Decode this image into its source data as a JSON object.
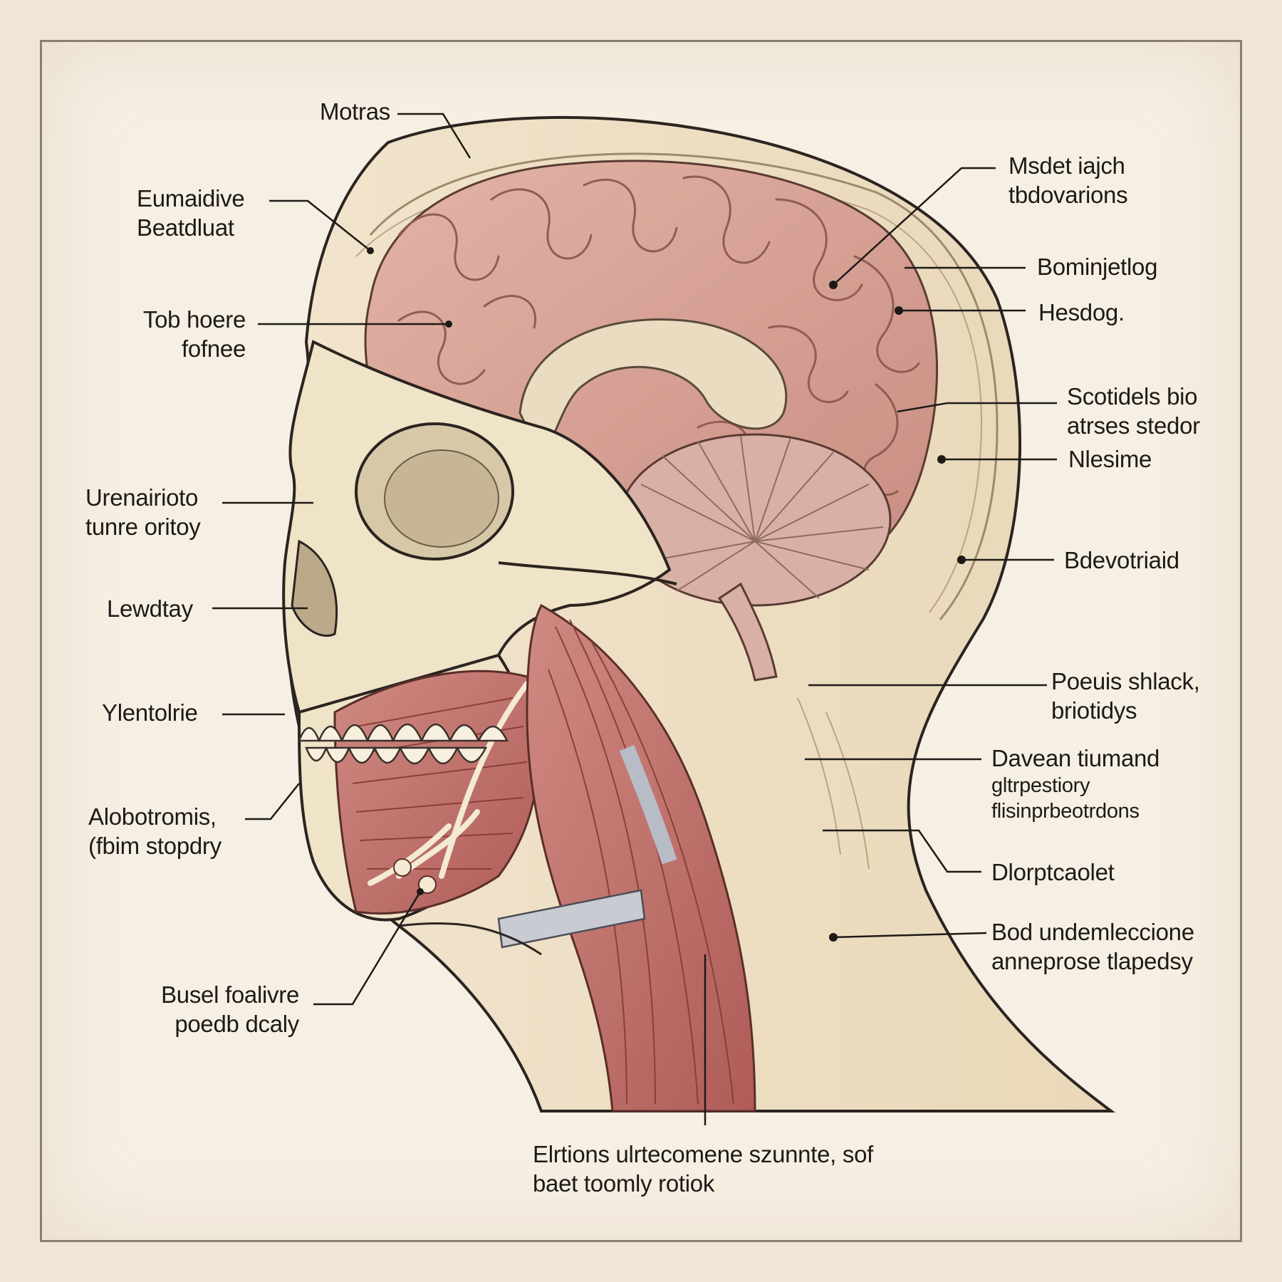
{
  "labels": {
    "top_scalp": [
      "Motras"
    ],
    "left_1": [
      "Eumaidive",
      "Beatdluat"
    ],
    "left_2": [
      "Tob hoere",
      "fofnee"
    ],
    "left_3": [
      "Urenairioto",
      "tunre oritoy"
    ],
    "left_4": [
      "Lewdtay"
    ],
    "left_5": [
      "Ylentolrie"
    ],
    "left_6": [
      "Alobotromis,",
      "(fbim stopdry"
    ],
    "left_7": [
      "Busel foalivre",
      "poedb dcaly"
    ],
    "right_1": [
      "Msdet iajch",
      "tbdovarions"
    ],
    "right_2": [
      "Bominjetlog"
    ],
    "right_3": [
      "Hesdog."
    ],
    "right_4": [
      "Scotidels bio",
      "atrses stedor"
    ],
    "right_5": [
      "Nlesime"
    ],
    "right_6": [
      "Bdevotriaid"
    ],
    "right_7": [
      "Poeuis shlack,",
      "briotidys"
    ],
    "right_8": [
      "Davean tiumand",
      "gltrpestiory",
      "flisinprbeotrdons"
    ],
    "right_9": [
      "Dlorptcaolet"
    ],
    "right_10": [
      "Bod undemleccione",
      "anneprose tlapedsy"
    ],
    "bottom": [
      "Elrtions ulrtecomene szunnte, sof",
      "baet toomly rotiok"
    ]
  },
  "colors": {
    "paper": "#f6efe3",
    "bone": "#efe3c8",
    "brain": "#dba89b",
    "muscle": "#c4766f",
    "ink": "#2b2420"
  }
}
